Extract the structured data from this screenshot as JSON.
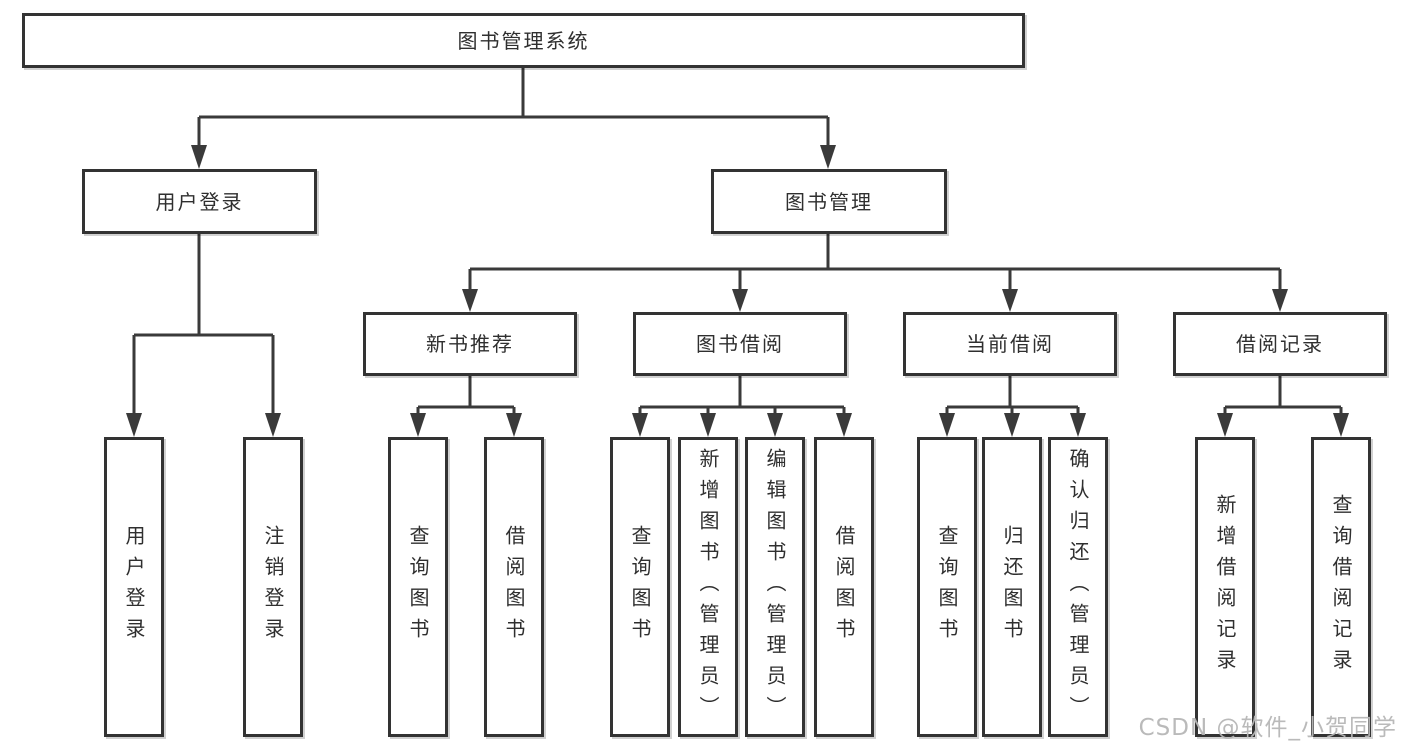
{
  "diagram": {
    "root": {
      "label": "图书管理系统"
    },
    "branches": [
      {
        "label": "用户登录",
        "children": [
          {
            "label": "用户登录"
          },
          {
            "label": "注销登录"
          }
        ]
      },
      {
        "label": "图书管理",
        "children": [
          {
            "label": "新书推荐",
            "children": [
              {
                "label": "查询图书"
              },
              {
                "label": "借阅图书"
              }
            ]
          },
          {
            "label": "图书借阅",
            "children": [
              {
                "label": "查询图书"
              },
              {
                "label": "新增图书（管理员）"
              },
              {
                "label": "编辑图书（管理员）"
              },
              {
                "label": "借阅图书"
              }
            ]
          },
          {
            "label": "当前借阅",
            "children": [
              {
                "label": "查询图书"
              },
              {
                "label": "归还图书"
              },
              {
                "label": "确认归还（管理员）"
              }
            ]
          },
          {
            "label": "借阅记录",
            "children": [
              {
                "label": "新增借阅记录"
              },
              {
                "label": "查询借阅记录"
              }
            ]
          }
        ]
      }
    ]
  },
  "watermark": {
    "text": "CSDN @软件_小贺同学"
  },
  "colors": {
    "line": "#3a3a3a",
    "border": "#333333",
    "text": "#2f2f2f",
    "background": "#ffffff",
    "watermark": "#b6b6b6"
  }
}
